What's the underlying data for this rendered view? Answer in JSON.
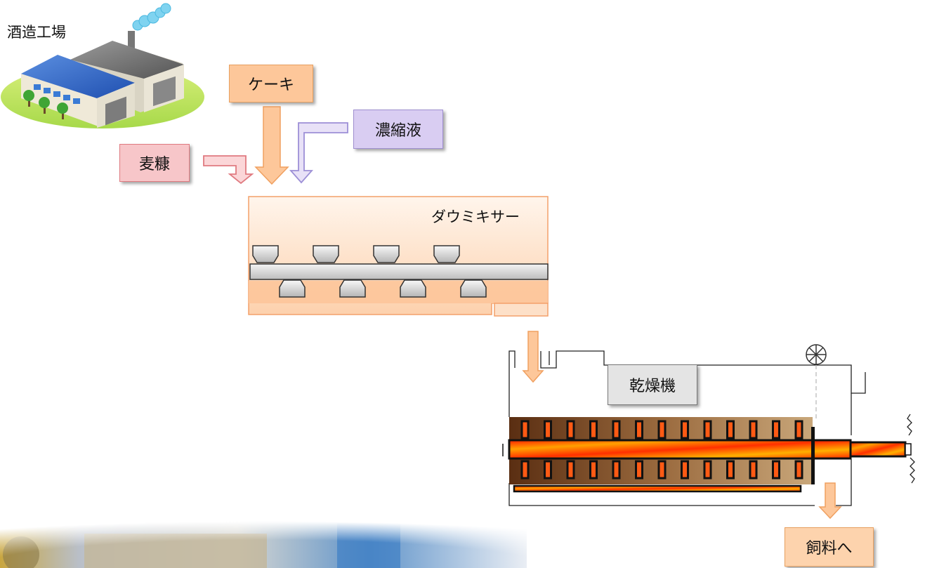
{
  "factory": {
    "title": "酒造工場"
  },
  "inputs": {
    "cake_label": "ケーキ",
    "concentrate_label": "濃縮液",
    "bran_label": "麦糠"
  },
  "mixer": {
    "label": "ダウミキサー"
  },
  "dryer": {
    "label": "乾燥機"
  },
  "output": {
    "label": "飼料へ"
  },
  "colors": {
    "cake": "#fdc79a",
    "concentrate": "#d9cdf2",
    "bran": "#f7c6c9",
    "mixer_body": "#fdd5b3",
    "dryer_hot": "#ff3a00",
    "dryer_inner": "#8a5a2b"
  },
  "icons": [
    "factory-icon",
    "smokestack-icon",
    "cloud-icon",
    "fan-icon",
    "spring-icon"
  ]
}
